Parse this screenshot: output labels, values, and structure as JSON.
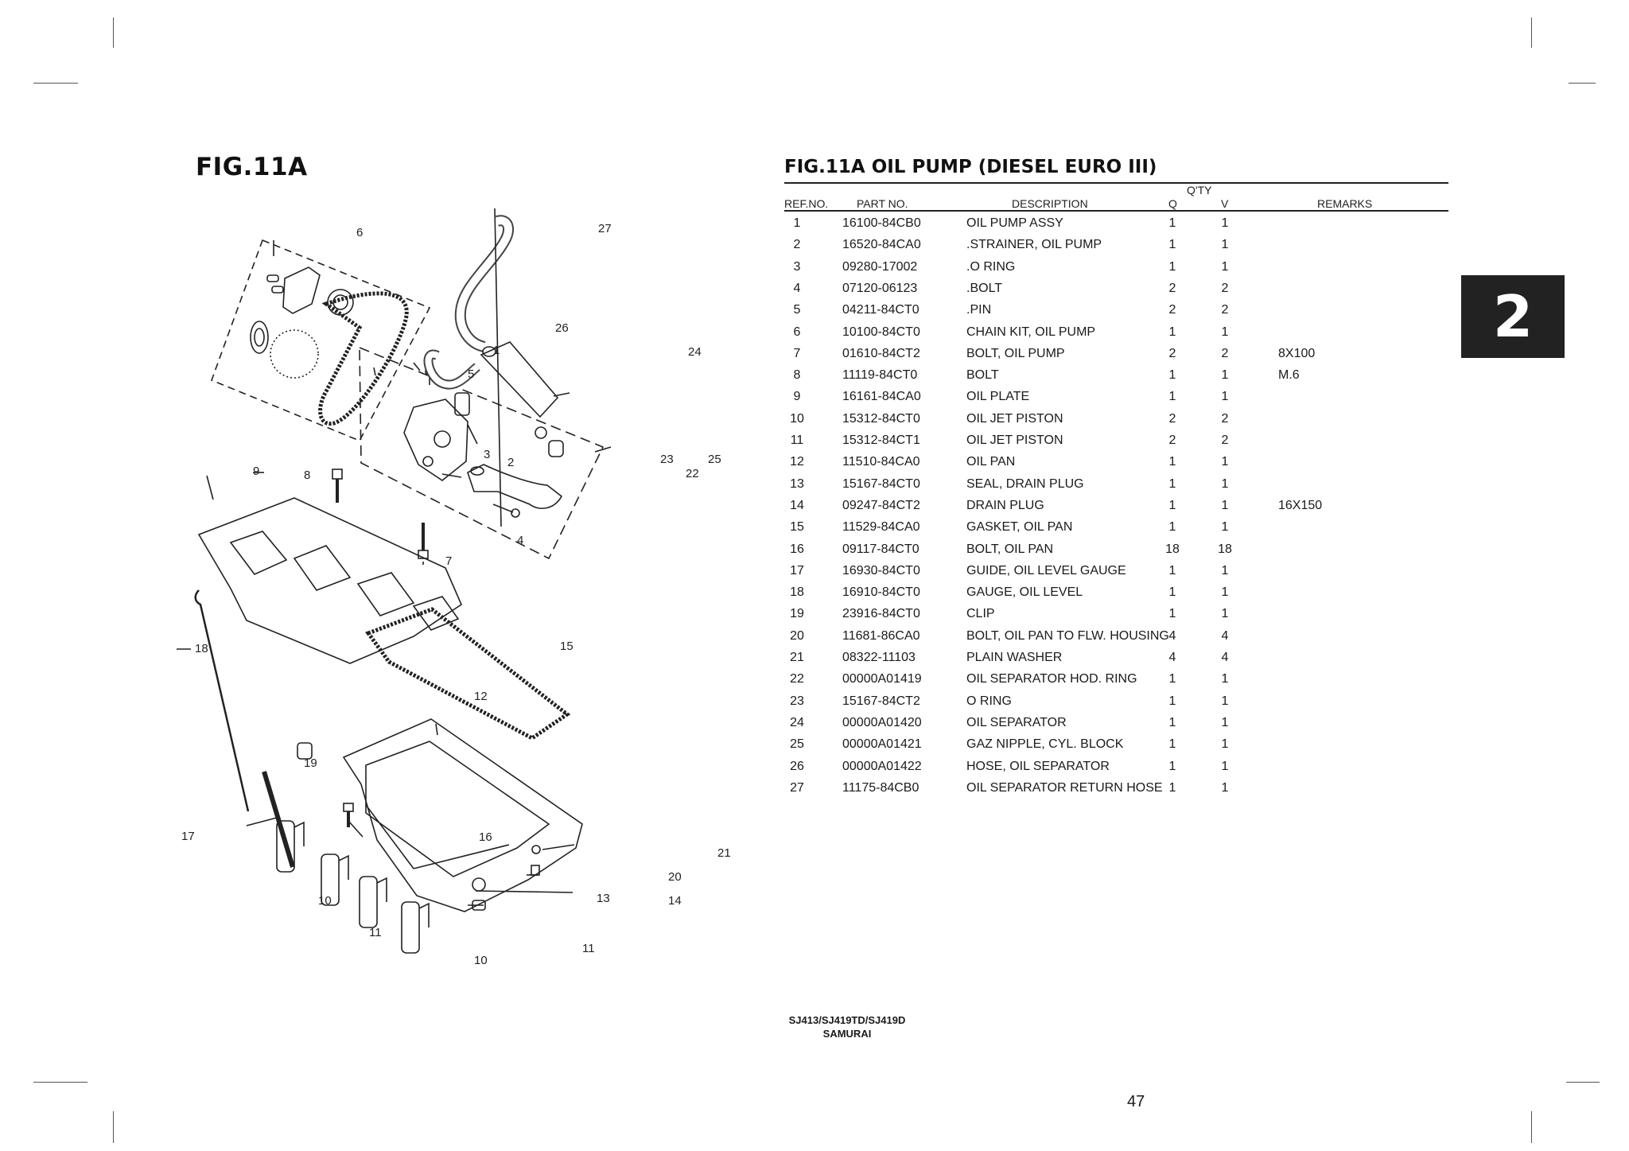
{
  "figure_label": "FIG.11A",
  "section_title": "FIG.11A   OIL PUMP (DIESEL EURO III)",
  "table_headers": {
    "qty_group": "Q'TY",
    "ref_no": "REF.NO.",
    "part_no": "PART NO.",
    "description": "DESCRIPTION",
    "q": "Q",
    "v": "V",
    "remarks": "REMARKS"
  },
  "parts": [
    {
      "ref": "1",
      "part": "16100-84CB0",
      "desc": "OIL PUMP ASSY",
      "q": "1",
      "v": "1",
      "remarks": ""
    },
    {
      "ref": "2",
      "part": "16520-84CA0",
      "desc": ".STRAINER, OIL PUMP",
      "q": "1",
      "v": "1",
      "remarks": ""
    },
    {
      "ref": "3",
      "part": "09280-17002",
      "desc": ".O RING",
      "q": "1",
      "v": "1",
      "remarks": ""
    },
    {
      "ref": "4",
      "part": "07120-06123",
      "desc": ".BOLT",
      "q": "2",
      "v": "2",
      "remarks": ""
    },
    {
      "ref": "5",
      "part": "04211-84CT0",
      "desc": ".PIN",
      "q": "2",
      "v": "2",
      "remarks": ""
    },
    {
      "ref": "6",
      "part": "10100-84CT0",
      "desc": "CHAIN KIT, OIL PUMP",
      "q": "1",
      "v": "1",
      "remarks": ""
    },
    {
      "ref": "7",
      "part": "01610-84CT2",
      "desc": "BOLT, OIL PUMP",
      "q": "2",
      "v": "2",
      "remarks": "8X100"
    },
    {
      "ref": "8",
      "part": "11119-84CT0",
      "desc": "BOLT",
      "q": "1",
      "v": "1",
      "remarks": "M.6"
    },
    {
      "ref": "9",
      "part": "16161-84CA0",
      "desc": "OIL PLATE",
      "q": "1",
      "v": "1",
      "remarks": ""
    },
    {
      "ref": "10",
      "part": "15312-84CT0",
      "desc": "OIL JET PISTON",
      "q": "2",
      "v": "2",
      "remarks": ""
    },
    {
      "ref": "11",
      "part": "15312-84CT1",
      "desc": "OIL JET PISTON",
      "q": "2",
      "v": "2",
      "remarks": ""
    },
    {
      "ref": "12",
      "part": "11510-84CA0",
      "desc": "OIL PAN",
      "q": "1",
      "v": "1",
      "remarks": ""
    },
    {
      "ref": "13",
      "part": "15167-84CT0",
      "desc": "SEAL, DRAIN PLUG",
      "q": "1",
      "v": "1",
      "remarks": ""
    },
    {
      "ref": "14",
      "part": "09247-84CT2",
      "desc": "DRAIN PLUG",
      "q": "1",
      "v": "1",
      "remarks": "16X150"
    },
    {
      "ref": "15",
      "part": "11529-84CA0",
      "desc": "GASKET, OIL PAN",
      "q": "1",
      "v": "1",
      "remarks": ""
    },
    {
      "ref": "16",
      "part": "09117-84CT0",
      "desc": "BOLT, OIL PAN",
      "q": "18",
      "v": "18",
      "remarks": ""
    },
    {
      "ref": "17",
      "part": "16930-84CT0",
      "desc": "GUIDE, OIL LEVEL GAUGE",
      "q": "1",
      "v": "1",
      "remarks": ""
    },
    {
      "ref": "18",
      "part": "16910-84CT0",
      "desc": "GAUGE, OIL LEVEL",
      "q": "1",
      "v": "1",
      "remarks": ""
    },
    {
      "ref": "19",
      "part": "23916-84CT0",
      "desc": "CLIP",
      "q": "1",
      "v": "1",
      "remarks": ""
    },
    {
      "ref": "20",
      "part": "11681-86CA0",
      "desc": "BOLT, OIL PAN TO FLW. HOUSING",
      "q": "4",
      "v": "4",
      "remarks": ""
    },
    {
      "ref": "21",
      "part": "08322-11103",
      "desc": "PLAIN WASHER",
      "q": "4",
      "v": "4",
      "remarks": ""
    },
    {
      "ref": "22",
      "part": "00000A01419",
      "desc": "OIL SEPARATOR HOD. RING",
      "q": "1",
      "v": "1",
      "remarks": ""
    },
    {
      "ref": "23",
      "part": "15167-84CT2",
      "desc": "O RING",
      "q": "1",
      "v": "1",
      "remarks": ""
    },
    {
      "ref": "24",
      "part": "00000A01420",
      "desc": "OIL SEPARATOR",
      "q": "1",
      "v": "1",
      "remarks": ""
    },
    {
      "ref": "25",
      "part": "00000A01421",
      "desc": "GAZ NIPPLE, CYL. BLOCK",
      "q": "1",
      "v": "1",
      "remarks": ""
    },
    {
      "ref": "26",
      "part": "00000A01422",
      "desc": "HOSE, OIL SEPARATOR",
      "q": "1",
      "v": "1",
      "remarks": ""
    },
    {
      "ref": "27",
      "part": "11175-84CB0",
      "desc": "OIL SEPARATOR RETURN HOSE",
      "q": "1",
      "v": "1",
      "remarks": ""
    }
  ],
  "diagram_callouts": [
    "1",
    "2",
    "3",
    "4",
    "5",
    "6",
    "7",
    "8",
    "9",
    "10",
    "11",
    "10",
    "11",
    "12",
    "13",
    "14",
    "15",
    "16",
    "17",
    "18",
    "19",
    "20",
    "21",
    "22",
    "23",
    "24",
    "25",
    "26",
    "27"
  ],
  "section_tab": "2",
  "footer": {
    "model_line1": "SJ413/SJ419TD/SJ419D",
    "model_line2": "SAMURAI",
    "page_number": "47"
  }
}
